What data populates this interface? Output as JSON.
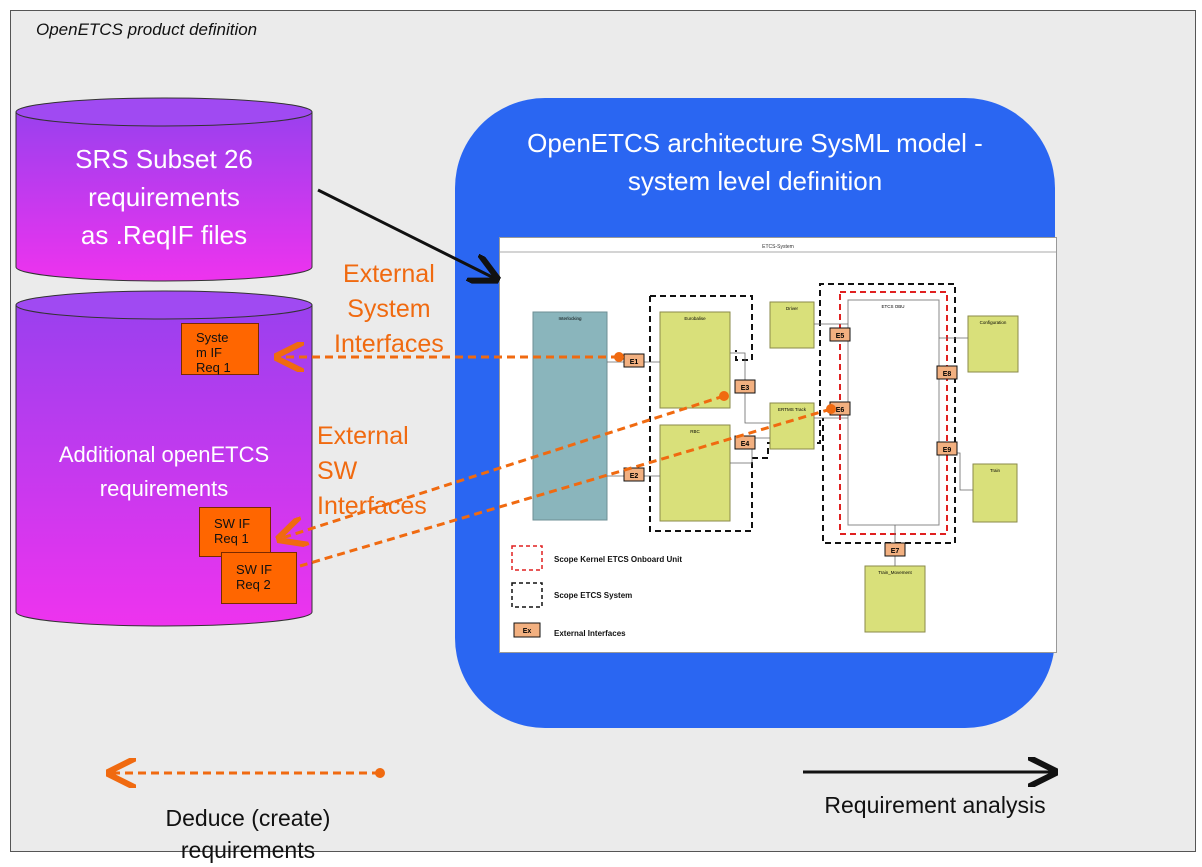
{
  "frame": {
    "title": "OpenETCS product definition"
  },
  "srs": {
    "lines": [
      "SRS Subset 26",
      "requirements",
      "as .ReqIF files"
    ]
  },
  "additional": {
    "lines": [
      "Additional openETCS",
      "requirements"
    ],
    "sys_req": [
      "Syste",
      "m IF",
      "Req 1"
    ],
    "sw_req1": [
      "SW IF",
      "Req 1"
    ],
    "sw_req2": [
      "SW IF",
      "Req 2"
    ]
  },
  "labels": {
    "external_system": [
      "External",
      "System",
      "Interfaces"
    ],
    "external_sw": [
      "External",
      "SW",
      "Interfaces"
    ]
  },
  "architecture": {
    "title_lines": [
      "OpenETCS architecture SysML model -",
      "system level definition"
    ],
    "diagram": {
      "title": "ETCS-System",
      "blocks": {
        "interlocking": "Interlocking",
        "eurobalise": "Eurobalise",
        "rbc": "RBC",
        "driver": "Driver",
        "ertms_track": "ERTMS Track",
        "etcs_obu": "ETCS OBU",
        "configuration": "Configuration",
        "train": "Train",
        "train_movement": "Train_Movement"
      },
      "interfaces": [
        "E1",
        "E2",
        "E3",
        "E4",
        "E5",
        "E6",
        "E7",
        "E8",
        "E9"
      ],
      "legend": {
        "kernel": "Scope Kernel ETCS Onboard Unit",
        "system": "Scope ETCS System",
        "ex_box": "Ex",
        "external": "External Interfaces"
      }
    }
  },
  "legend": {
    "deduce": [
      "Deduce (create)",
      "requirements"
    ],
    "analysis": "Requirement analysis"
  },
  "colors": {
    "orange": "#f06a10",
    "blue": "#2a66f2",
    "purple_top": "#9a40ee",
    "magenta_bottom": "#ee33ee",
    "block": "#d9e07a",
    "interlocking": "#8ab5bc"
  }
}
